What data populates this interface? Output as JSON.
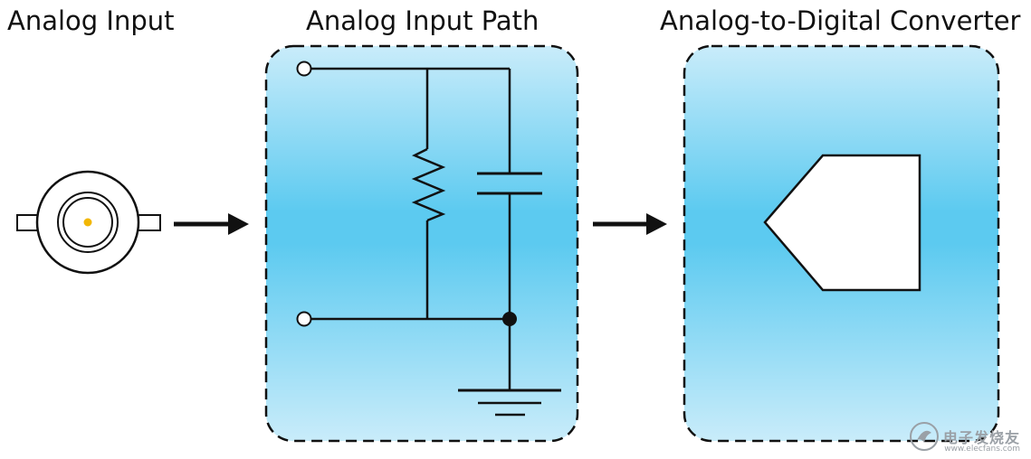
{
  "labels": {
    "analog_input": "Analog Input",
    "analog_input_path": "Analog Input Path",
    "adc": "Analog-to-Digital Converter"
  },
  "watermark": {
    "text": "电子发烧友",
    "url": "www.elecfans.com"
  },
  "colors": {
    "panel_edge": "#c9ecfa",
    "panel_center": "#5ccaf0",
    "stroke": "#111111",
    "connector_pin": "#f2b705"
  }
}
